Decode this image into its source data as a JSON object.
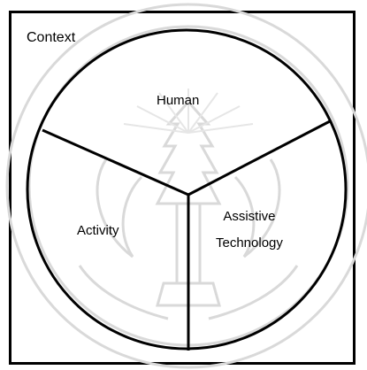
{
  "context_label": "Context",
  "segments": {
    "human": "Human",
    "activity": "Activity",
    "assistive_technology": [
      "Assistive",
      "Technology"
    ]
  },
  "colors": {
    "line": "#000000",
    "background": "#ffffff",
    "watermark": "#d9d9d9"
  }
}
